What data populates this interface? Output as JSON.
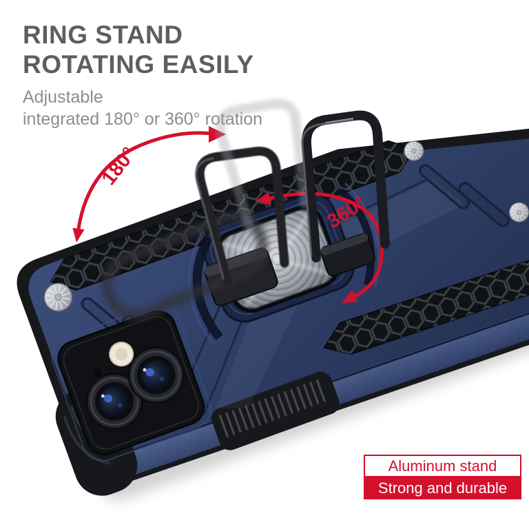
{
  "header": {
    "title_line1": "RING STAND",
    "title_line2": "ROTATING EASILY",
    "subtitle_line1": "Adjustable",
    "subtitle_line2": "integrated 180° or 360° rotation"
  },
  "annotations": {
    "arc_180_label": "180°",
    "arc_360_label": "360°"
  },
  "badges": {
    "stand_material": "Aluminum stand",
    "stand_quality": "Strong and durable"
  },
  "colors": {
    "accent_red": "#d5102d",
    "case_navy": "#2d3d63",
    "case_highlight": "#44587f",
    "bumper_black": "#17181c",
    "plate_silver": "#a9adb5",
    "title_gray": "#5e5e5e",
    "subtitle_gray": "#8d8d8d"
  }
}
